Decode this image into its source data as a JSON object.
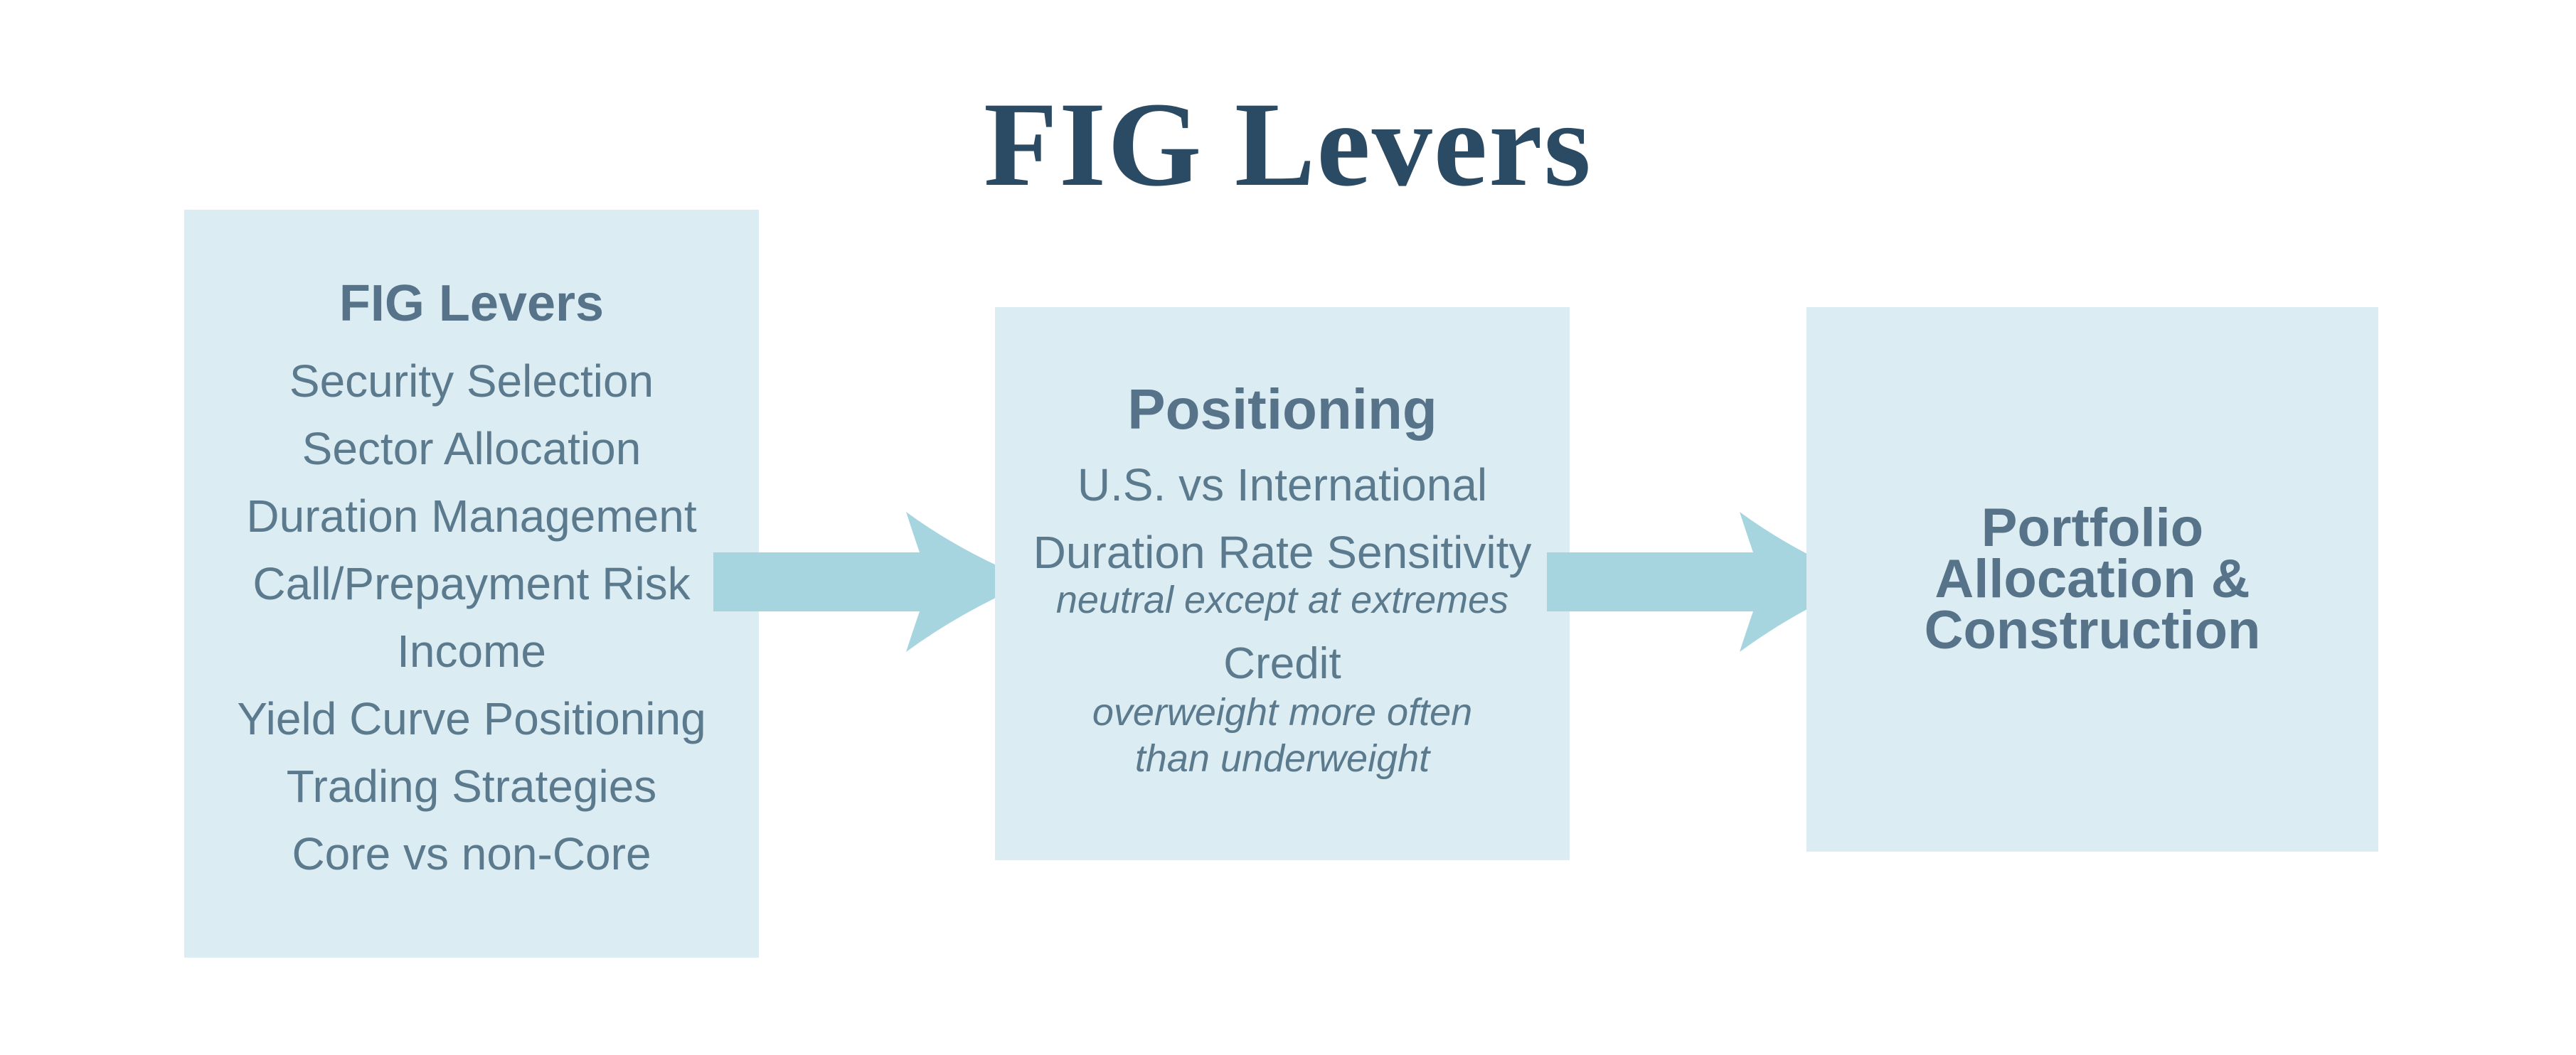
{
  "title": "FIG Levers",
  "colors": {
    "title_text": "#2b4a63",
    "heading_text": "#567389",
    "body_text": "#5b7a8d",
    "box_bg": "#dbecf2",
    "arrow": "#a6d5e0",
    "page_bg": "#ffffff"
  },
  "left_box": {
    "heading": "FIG Levers",
    "items": [
      "Security Selection",
      "Sector Allocation",
      "Duration Management",
      "Call/Prepayment Risk",
      "Income",
      "Yield Curve Positioning",
      "Trading Strategies",
      "Core vs non-Core"
    ]
  },
  "middle_box": {
    "heading": "Positioning",
    "items": [
      {
        "text": "U.S. vs International"
      },
      {
        "text": "Duration Rate Sensitivity",
        "note": "neutral except at extremes"
      },
      {
        "text": "Credit",
        "note": "overweight more often\nthan underweight"
      }
    ]
  },
  "right_box": {
    "heading": "Portfolio\nAllocation &\nConstruction"
  },
  "icons": {
    "arrow_1": "right-arrow",
    "arrow_2": "right-arrow"
  }
}
